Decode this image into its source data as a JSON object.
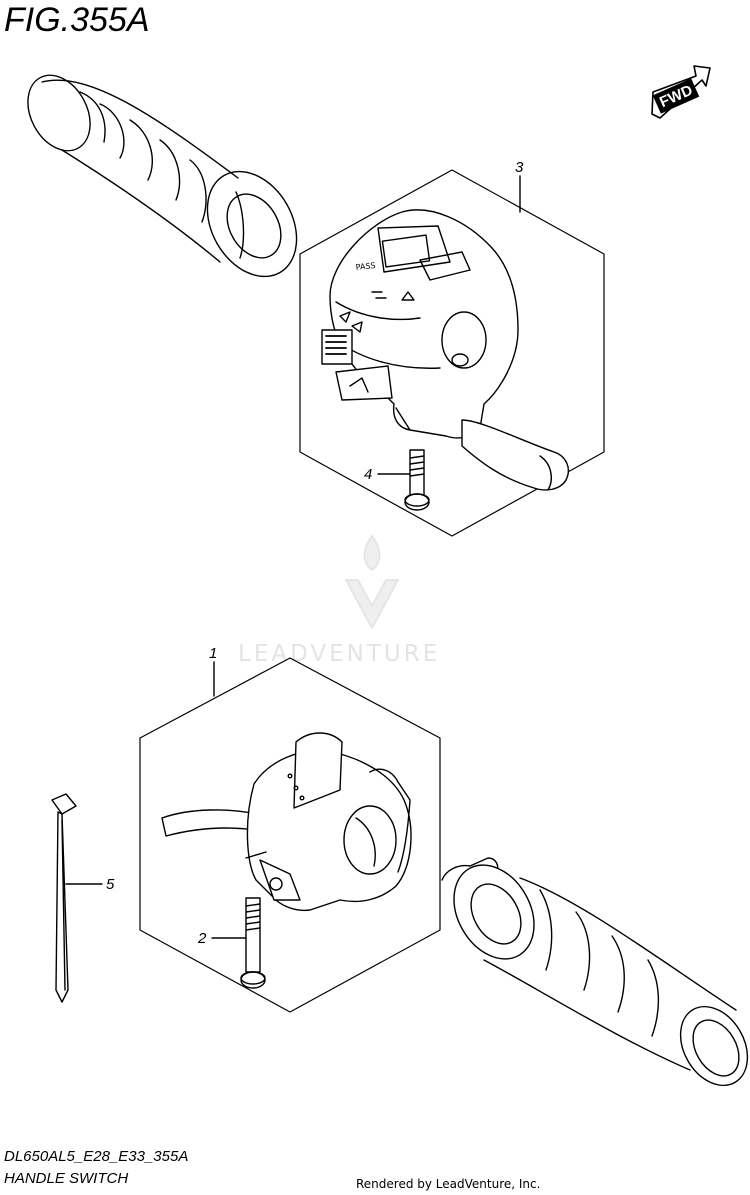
{
  "figure": {
    "title": "FIG.355A",
    "model_code": "DL650AL5_E28_E33_355A",
    "name": "HANDLE SWITCH"
  },
  "direction_badge": {
    "label": "FWD"
  },
  "callouts": [
    {
      "number": "1",
      "part": "switch-assembly-left"
    },
    {
      "number": "2",
      "part": "screw"
    },
    {
      "number": "3",
      "part": "switch-assembly-right"
    },
    {
      "number": "4",
      "part": "screw"
    },
    {
      "number": "5",
      "part": "cable-tie"
    }
  ],
  "switch_markings": {
    "pass_label": "PASS"
  },
  "watermark": {
    "brand": "LEADVENTURE"
  },
  "footer": {
    "rendered_by": "Rendered by LeadVenture, Inc."
  },
  "colors": {
    "line": "#000000",
    "watermark": "#e4e4e4",
    "background": "#ffffff"
  }
}
